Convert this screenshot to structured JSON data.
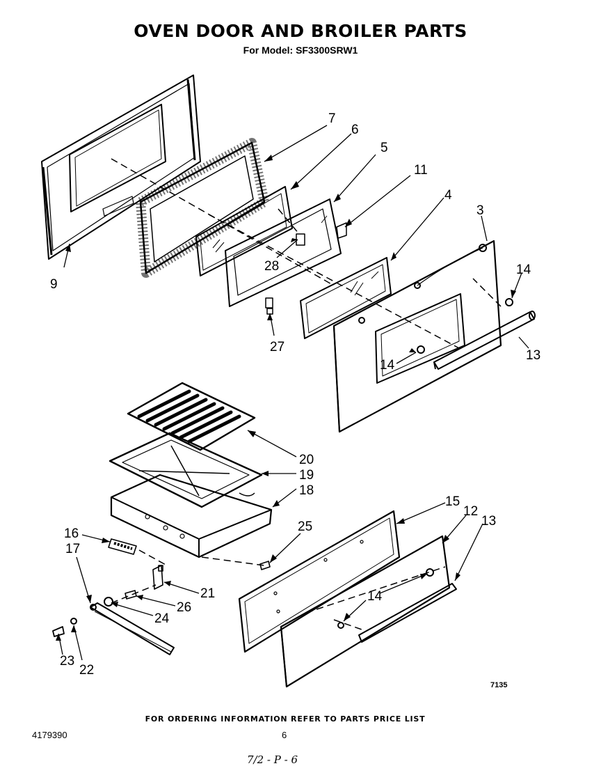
{
  "title": "OVEN DOOR AND BROILER PARTS",
  "subtitle": "For Model: SF3300SRW1",
  "callouts": {
    "c7": "7",
    "c6": "6",
    "c5": "5",
    "c11": "11",
    "c4": "4",
    "c3": "3",
    "c14a": "14",
    "c13a": "13",
    "c14b": "14",
    "c28": "28",
    "c27": "27",
    "c9": "9",
    "c20": "20",
    "c19": "19",
    "c18": "18",
    "c25": "25",
    "c16": "16",
    "c17": "17",
    "c21": "21",
    "c26": "26",
    "c24": "24",
    "c23": "23",
    "c22": "22",
    "c15": "15",
    "c12": "12",
    "c13b": "13",
    "c14c": "14"
  },
  "figure_number": "7135",
  "ordering_note": "FOR ORDERING INFORMATION REFER TO PARTS PRICE LIST",
  "document_number": "4179390",
  "page_number": "6",
  "handwritten_note": "7/2 - P - 6"
}
